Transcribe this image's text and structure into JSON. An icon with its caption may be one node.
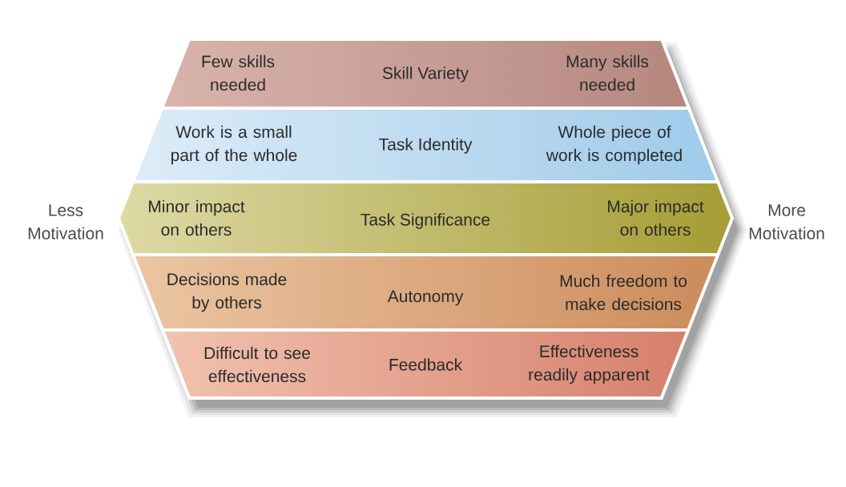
{
  "diagram": {
    "nodes": [
      {
        "text": [
          "Few skills needed",
          "Skill Variety",
          "Many skills needed"
        ]
      },
      {
        "text": [
          "Work is a small part of the whole",
          "Task Identity",
          "Whole piece of work is completed"
        ]
      },
      {
        "text": [
          "Minor impact on others",
          "Task Significance",
          "Major impact on others"
        ]
      },
      {
        "text": [
          "Decisions made by others",
          "Autonomy",
          "Much freedom to make decisions"
        ]
      },
      {
        "text": [
          "Difficult to see effectiveness",
          "Feedback",
          "Effectiveness readily apparent"
        ]
      }
    ],
    "labels": [
      "Less Motivation",
      "More Motivation"
    ]
  }
}
